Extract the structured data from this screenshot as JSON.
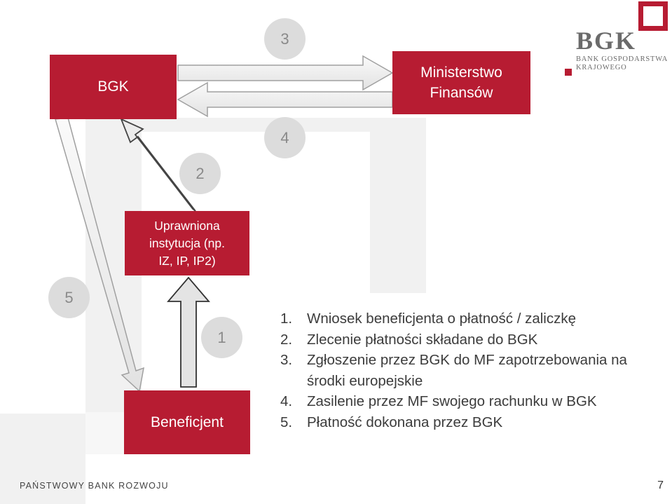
{
  "nodes": {
    "bgk": "BGK",
    "mf": "Ministerstwo Finansów",
    "institution": "Uprawniona instytucja (np. IZ, IP, IP2)",
    "beneficiary": "Beneficjent"
  },
  "steps": [
    "3",
    "4",
    "2",
    "5",
    "1"
  ],
  "legend": [
    {
      "num": "1.",
      "text": "Wniosek beneficjenta o płatność / zaliczkę"
    },
    {
      "num": "2.",
      "text": "Zlecenie płatności składane do BGK"
    },
    {
      "num": "3.",
      "text": "Zgłoszenie przez BGK do MF zapotrzebowania na"
    },
    {
      "num": "",
      "text": "środki europejskie"
    },
    {
      "num": "4.",
      "text": "Zasilenie przez MF swojego rachunku w  BGK"
    },
    {
      "num": "5.",
      "text": "Płatność dokonana przez BGK"
    }
  ],
  "logo": {
    "mark": "BGK",
    "line1": "BANK GOSPODARSTWA",
    "line2": "KRAJOWEGO",
    "brand_color": "#b71c32"
  },
  "footer": {
    "organization": "PAŃSTWOWY BANK ROZWOJU",
    "page_number": "7"
  },
  "colors": {
    "box": "#b71c32",
    "circle": "#dcdcdc",
    "arrow_fill": "#eeeeee",
    "arrow_stroke": "#9a9a9a"
  }
}
